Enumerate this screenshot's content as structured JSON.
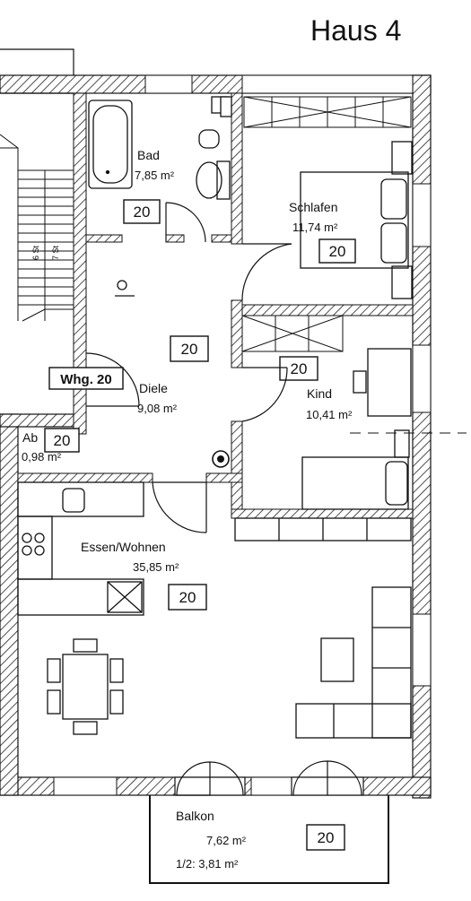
{
  "house_title": "Haus 4",
  "rooms": {
    "bad": {
      "name": "Bad",
      "area": "7,85 m²",
      "tag": "20"
    },
    "schlafen": {
      "name": "Schlafen",
      "area": "11,74 m²",
      "tag": "20"
    },
    "diele": {
      "name": "Diele",
      "area": "9,08 m²",
      "tag": "20"
    },
    "kind": {
      "name": "Kind",
      "area": "10,41 m²",
      "tag": "20"
    },
    "ab": {
      "name": "Ab",
      "area": "0,98 m²",
      "tag": "20"
    },
    "essen": {
      "name": "Essen/Wohnen",
      "area": "35,85 m²",
      "tag": "20"
    },
    "balkon": {
      "name": "Balkon",
      "area": "7,62 m²",
      "half": "1/2: 3,81 m²",
      "tag": "20"
    }
  },
  "entrance_label": "Whg. 20",
  "stair_marks": [
    "6 St",
    "7 St"
  ]
}
